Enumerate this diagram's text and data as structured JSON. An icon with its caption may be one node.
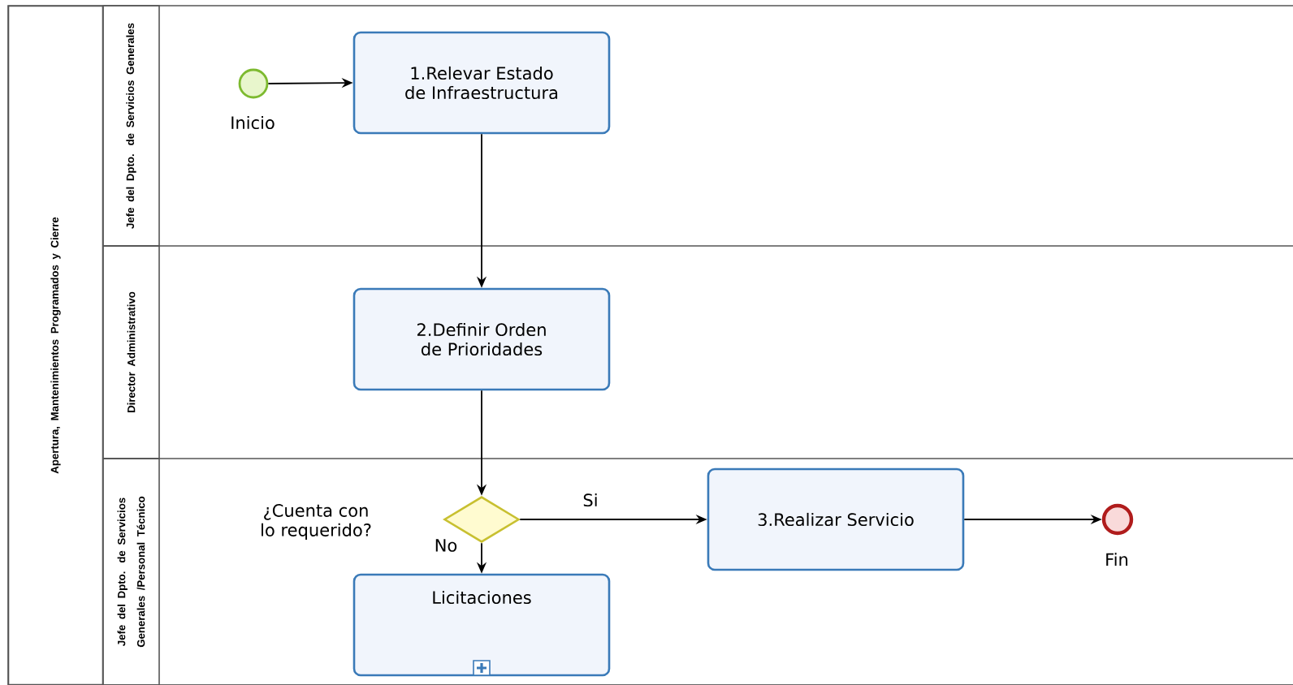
{
  "diagram": {
    "nodes": [
      {
        "text": [
          "Apertura, Mantenimientos Programados y Cierre"
        ]
      },
      {
        "text": [
          "Jefe del Dpto. de Servicios Generales"
        ],
        "in": 0
      },
      {
        "text": [
          "Director Administrativo"
        ],
        "in": 0
      },
      {
        "text": [
          "Jefe del Dpto. de Servicios Generales /Personal Técnico"
        ],
        "in": 0
      },
      {
        "text": [],
        "shape": "circle",
        "beside": [
          "Inicio"
        ],
        "in": 1
      },
      {
        "text": [
          "1.Relevar Estado de Infraestructura"
        ],
        "in": 1
      },
      {
        "text": [
          "2.Definir Orden de Prioridades"
        ],
        "in": 2
      },
      {
        "text": [],
        "shape": "diamond",
        "in": 3
      },
      {
        "text": [
          "3.Realizar Servicio"
        ],
        "in": 3
      },
      {
        "text": [],
        "shape": "circle",
        "beside": [
          "Fin"
        ],
        "in": 3
      },
      {
        "text": [
          "Licitaciones"
        ],
        "in": 3
      }
    ],
    "edges": [
      {
        "from": 4,
        "to": 5,
        "arrow": "to"
      },
      {
        "from": 5,
        "to": 6,
        "arrow": "to"
      },
      {
        "from": 6,
        "to": 7,
        "arrow": "to"
      },
      {
        "from": 7,
        "to": 8,
        "arrow": "to",
        "label": "Si"
      },
      {
        "from": 7,
        "to": 10,
        "arrow": "to",
        "label": "No"
      },
      {
        "from": 8,
        "to": 9,
        "arrow": "to"
      }
    ],
    "labels": [
      "¿Cuenta con lo requerido?"
    ]
  }
}
